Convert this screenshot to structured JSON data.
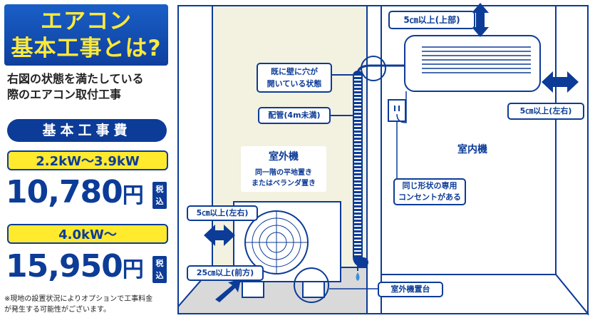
{
  "title": {
    "line1": "エアコン",
    "line2": "基本工事とは?"
  },
  "description": {
    "line1": "右図の状態を満たしている",
    "line2": "際のエアコン取付工事"
  },
  "fee_label": "基本工事費",
  "tiers": [
    {
      "kw": "2.2kW〜3.9kW",
      "price": "10,780",
      "yen": "円",
      "tax1": "税",
      "tax2": "込"
    },
    {
      "kw": "4.0kW〜",
      "price": "15,950",
      "yen": "円",
      "tax1": "税",
      "tax2": "込"
    }
  ],
  "note": {
    "line1": "※現地の設置状況によりオプションで工事料金",
    "line2": "が発生する可能性がございます。"
  },
  "diagram": {
    "top_clearance": "5㎝以上(上部)",
    "wall_hole": {
      "line1": "既に壁に穴が",
      "line2": "開いている状態"
    },
    "pipe": "配管(4m未満)",
    "side_clearance_indoor": "5㎝以上(左右)",
    "outdoor_unit": {
      "title": "室外機",
      "line1": "同一階の平地置き",
      "line2": "またはベランダ置き"
    },
    "indoor_unit": "室内機",
    "outlet": {
      "line1": "同じ形状の専用",
      "line2": "コンセントがある"
    },
    "side_clearance_outdoor": "5㎝以上(左右)",
    "front_clearance": "25㎝以上(前方)",
    "outdoor_stand": "室外機置台"
  },
  "colors": {
    "navy": "#0c3c97",
    "yellow": "#ffea2e",
    "wall_room": "#f0eee0",
    "floor": "#d9d9d9"
  }
}
